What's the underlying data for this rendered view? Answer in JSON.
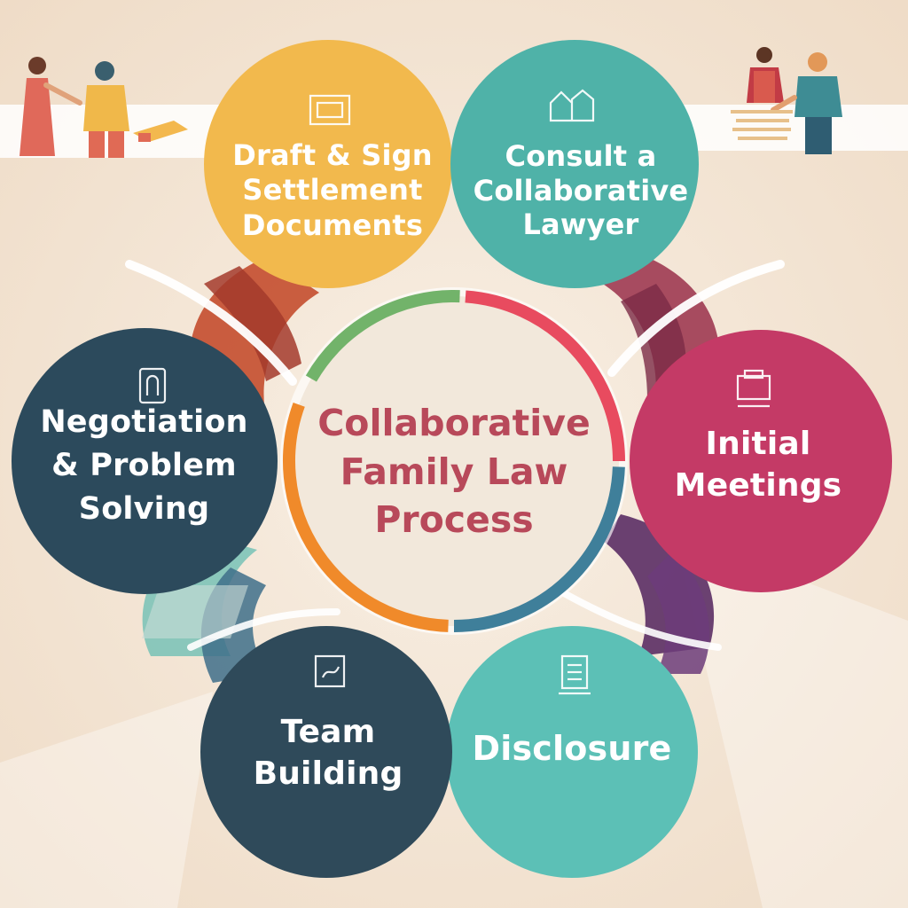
{
  "diagram": {
    "center": {
      "title": "Collaborative\nFamily Law\nProcess",
      "color": "#b8495a"
    },
    "steps": [
      {
        "id": "consult",
        "label": "Consult a\nCollaborative\nLawyer",
        "icon": "houses-icon",
        "color": "#4fb2a8"
      },
      {
        "id": "initial",
        "label": "Initial\nMeetings",
        "icon": "meeting-board-icon",
        "color": "#c43a66"
      },
      {
        "id": "disclosure",
        "label": "Disclosure",
        "icon": "document-icon",
        "color": "#5cc0b6"
      },
      {
        "id": "team",
        "label": "Team\nBuilding",
        "icon": "signature-icon",
        "color": "#2f4a5a"
      },
      {
        "id": "negotiation",
        "label": "Negotiation\n& Problem\nSolving",
        "icon": "scale-icon",
        "color": "#2c4a5c"
      },
      {
        "id": "draft",
        "label": "Draft & Sign\nSettlement\nDocuments",
        "icon": "contract-icon",
        "color": "#f2b94d"
      }
    ]
  }
}
